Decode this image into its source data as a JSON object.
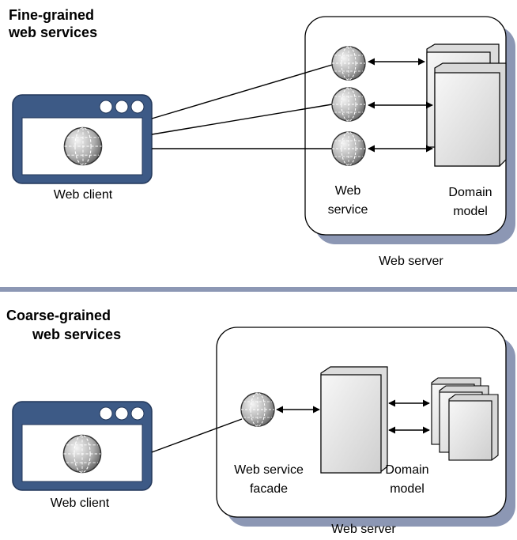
{
  "panels": {
    "top": {
      "title_line1": "Fine-grained",
      "title_line2": "web services",
      "client_label": "Web client",
      "service_label_line1": "Web",
      "service_label_line2": "service",
      "model_label_line1": "Domain",
      "model_label_line2": "model",
      "server_label": "Web server"
    },
    "bottom": {
      "title_line1": "Coarse-grained",
      "title_line2": "web services",
      "client_label": "Web client",
      "facade_label_line1": "Web service",
      "facade_label_line2": "facade",
      "model_label_line1": "Domain",
      "model_label_line2": "model",
      "server_label": "Web server"
    }
  },
  "colors": {
    "client_window": "#3d5a86",
    "server_shadow": "#8c97b4",
    "divider": "#8c97b4",
    "box_face": "#eeeeee",
    "globe": "#b8b8b8"
  }
}
